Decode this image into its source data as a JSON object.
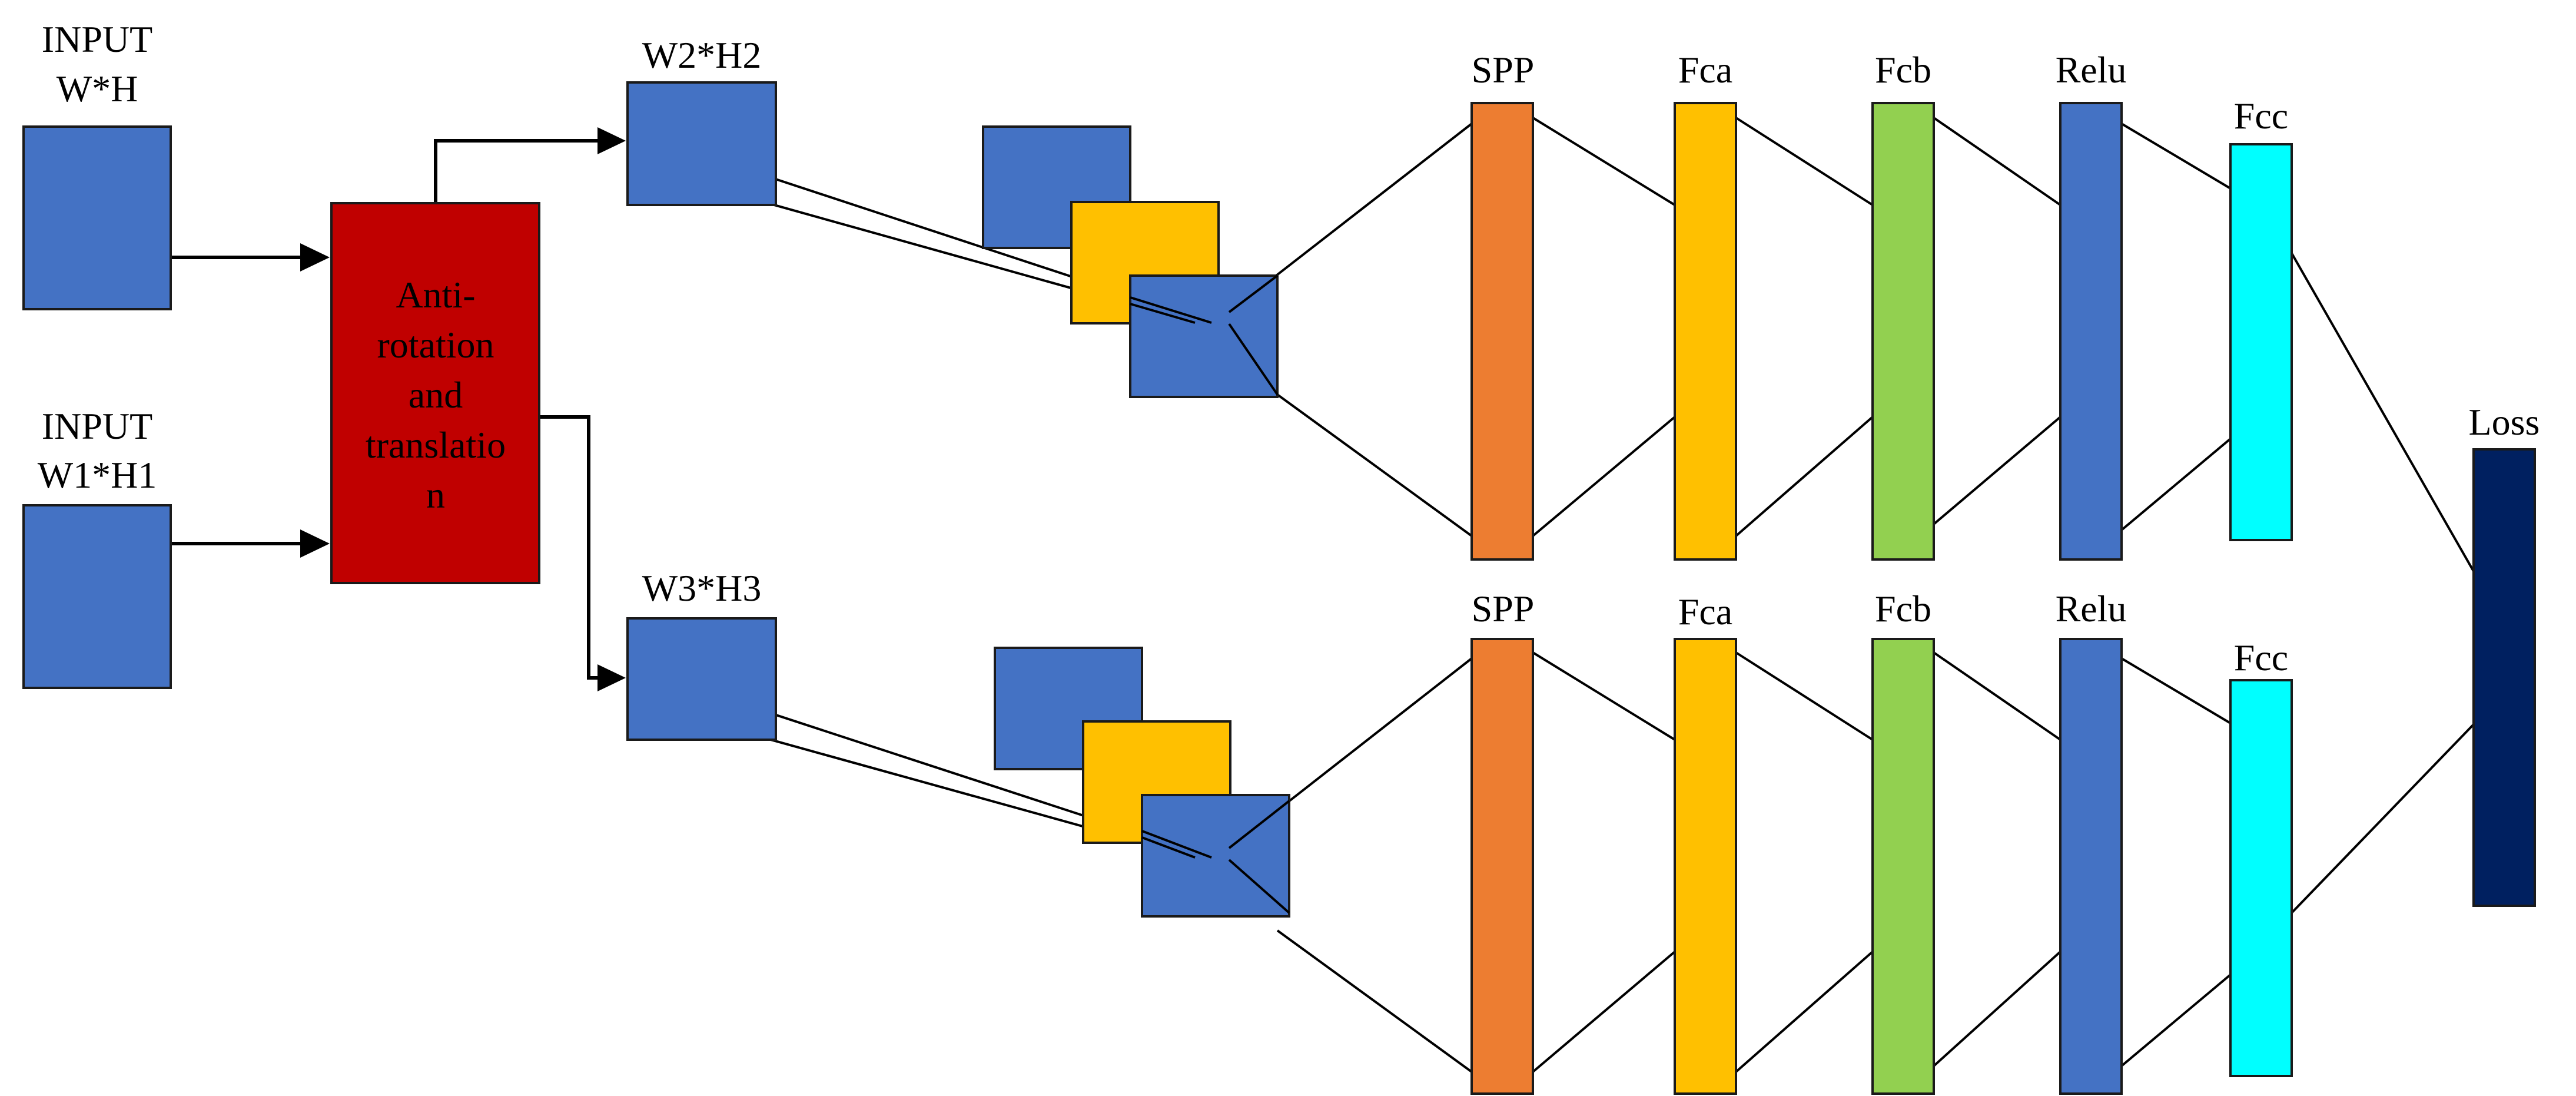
{
  "colors": {
    "blue": "#4472C4",
    "red": "#C00000",
    "orange": "#ED7D31",
    "yellow": "#FFC000",
    "green": "#92D050",
    "cyan": "#00FFFF",
    "navy": "#002060"
  },
  "inputs": {
    "top_label_1": "INPUT",
    "top_label_2": "W*H",
    "bottom_label_1": "INPUT",
    "bottom_label_2": "W1*H1"
  },
  "processor": {
    "lines": [
      "Anti-",
      "rotation",
      "and",
      "translatio",
      "n"
    ]
  },
  "branches": {
    "top_size": "W2*H2",
    "bottom_size": "W3*H3"
  },
  "layers": {
    "spp": "SPP",
    "fca": "Fca",
    "fcb": "Fcb",
    "relu": "Relu",
    "fcc": "Fcc"
  },
  "loss": {
    "label": "Loss"
  }
}
